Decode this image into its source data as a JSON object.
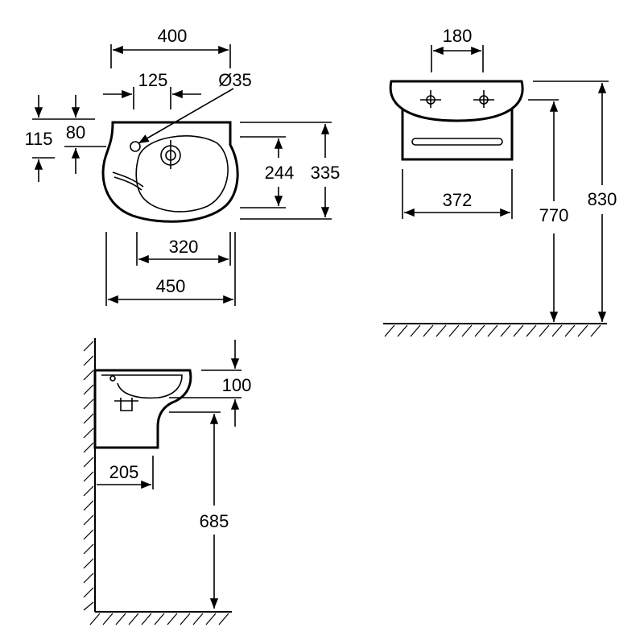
{
  "top_view": {
    "overall_width": "400",
    "tap_offset": "125",
    "hole_diameter": "Ø35",
    "front_offset_a": "115",
    "front_offset_b": "80",
    "bowl_depth": "244",
    "total_depth": "335",
    "bowl_width": "320",
    "total_width": "450"
  },
  "front_view": {
    "tap_spacing": "180",
    "pedestal_width": "372",
    "pedestal_height": "770",
    "total_height": "830"
  },
  "side_view": {
    "rim_height": "100",
    "projection": "205",
    "bottom_height": "685"
  }
}
